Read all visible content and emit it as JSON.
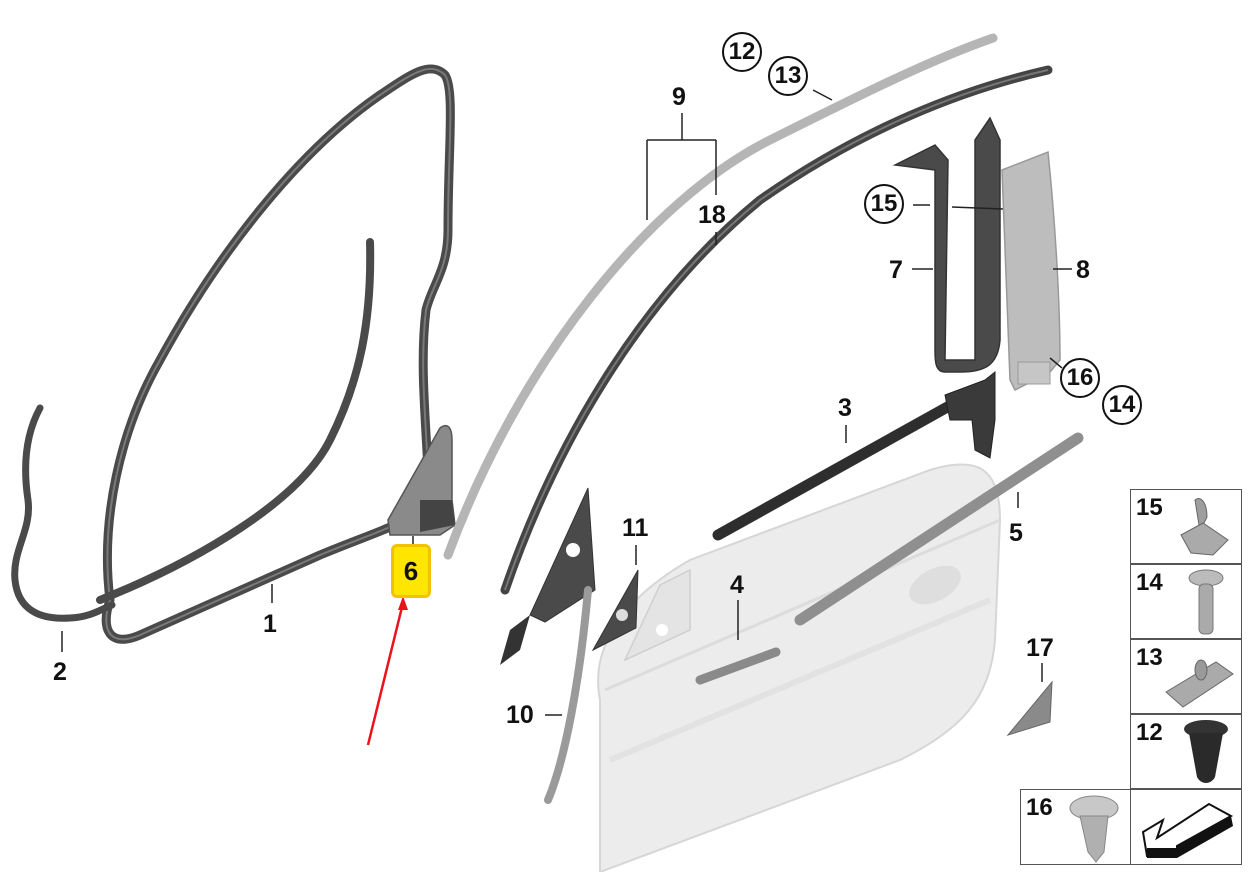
{
  "diagram": {
    "title": "",
    "type": "exploded parts diagram",
    "subject": "Front door seals, trims and weatherstrips",
    "accent_colors": {
      "highlight_fill": "#ffe600",
      "highlight_border": "#f2c200",
      "arrow": "#e8141b",
      "seal_dark": "#4a4a4a",
      "trim_light": "#b5b5b5",
      "door_panel": "#ececec"
    },
    "callouts": [
      {
        "id": "1",
        "label": "1",
        "style": "plain"
      },
      {
        "id": "2",
        "label": "2",
        "style": "plain"
      },
      {
        "id": "3",
        "label": "3",
        "style": "plain"
      },
      {
        "id": "4",
        "label": "4",
        "style": "plain"
      },
      {
        "id": "5",
        "label": "5",
        "style": "plain"
      },
      {
        "id": "6",
        "label": "6",
        "style": "highlighted"
      },
      {
        "id": "7",
        "label": "7",
        "style": "plain"
      },
      {
        "id": "8",
        "label": "8",
        "style": "plain"
      },
      {
        "id": "9",
        "label": "9",
        "style": "bracket"
      },
      {
        "id": "10",
        "label": "10",
        "style": "plain"
      },
      {
        "id": "11",
        "label": "11",
        "style": "plain"
      },
      {
        "id": "12",
        "label": "12",
        "style": "circled"
      },
      {
        "id": "13",
        "label": "13",
        "style": "circled"
      },
      {
        "id": "14",
        "label": "14",
        "style": "circled"
      },
      {
        "id": "15",
        "label": "15",
        "style": "circled"
      },
      {
        "id": "16",
        "label": "16",
        "style": "circled"
      },
      {
        "id": "17",
        "label": "17",
        "style": "plain"
      },
      {
        "id": "18",
        "label": "18",
        "style": "plain"
      }
    ],
    "legend": [
      {
        "label": "15",
        "icon": "clip-nut-icon"
      },
      {
        "label": "14",
        "icon": "screw-icon"
      },
      {
        "label": "13",
        "icon": "spring-nut-icon"
      },
      {
        "label": "12",
        "icon": "expanding-rivet-icon"
      },
      {
        "label": "16",
        "icon": "plastic-rivet-icon"
      },
      {
        "label": "",
        "icon": "direction-arrow-icon"
      }
    ],
    "annotation": {
      "highlighted_part": "6",
      "arrow_color": "#e8141b"
    }
  }
}
